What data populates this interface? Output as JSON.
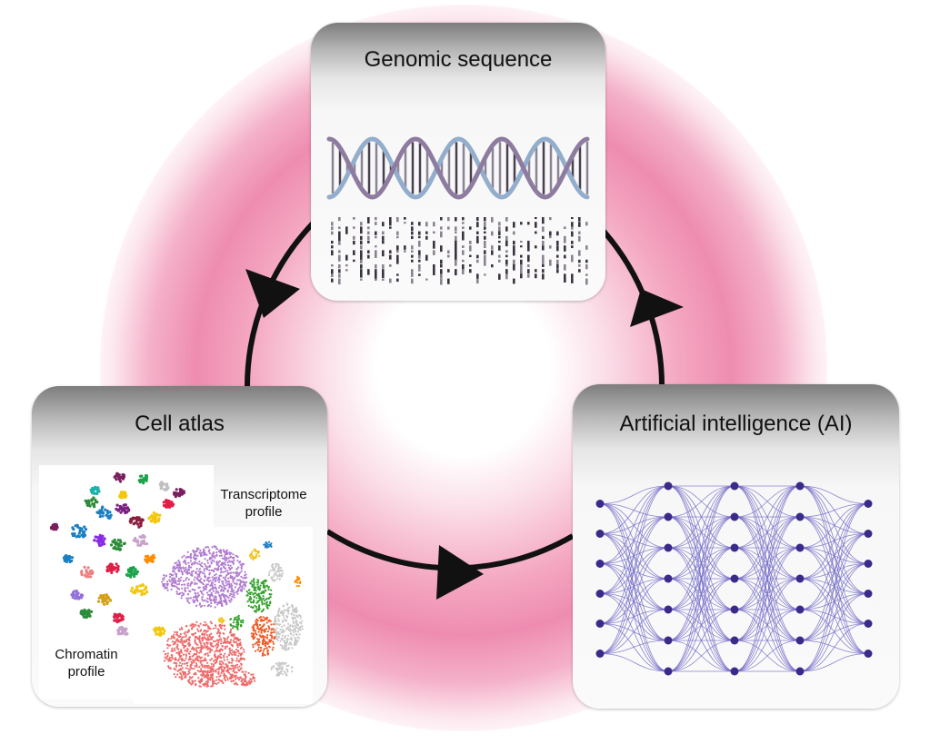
{
  "cards": {
    "genomic": {
      "title": "Genomic sequence"
    },
    "atlas": {
      "title": "Cell atlas",
      "transcriptome_label_1": "Transcriptome",
      "transcriptome_label_2": "profile",
      "chromatin_label_1": "Chromatin",
      "chromatin_label_2": "profile"
    },
    "ai": {
      "title": "Artificial intelligence (AI)"
    }
  },
  "network": {
    "layers": [
      6,
      7,
      7,
      7,
      6
    ]
  },
  "colors": {
    "glow": "#ee8cb0",
    "arrow": "#111111",
    "dna_strand_a": "#8d7ca0",
    "dna_strand_b": "#93aecc",
    "node": "#3c2a8a",
    "edge": "#6f67c6"
  }
}
